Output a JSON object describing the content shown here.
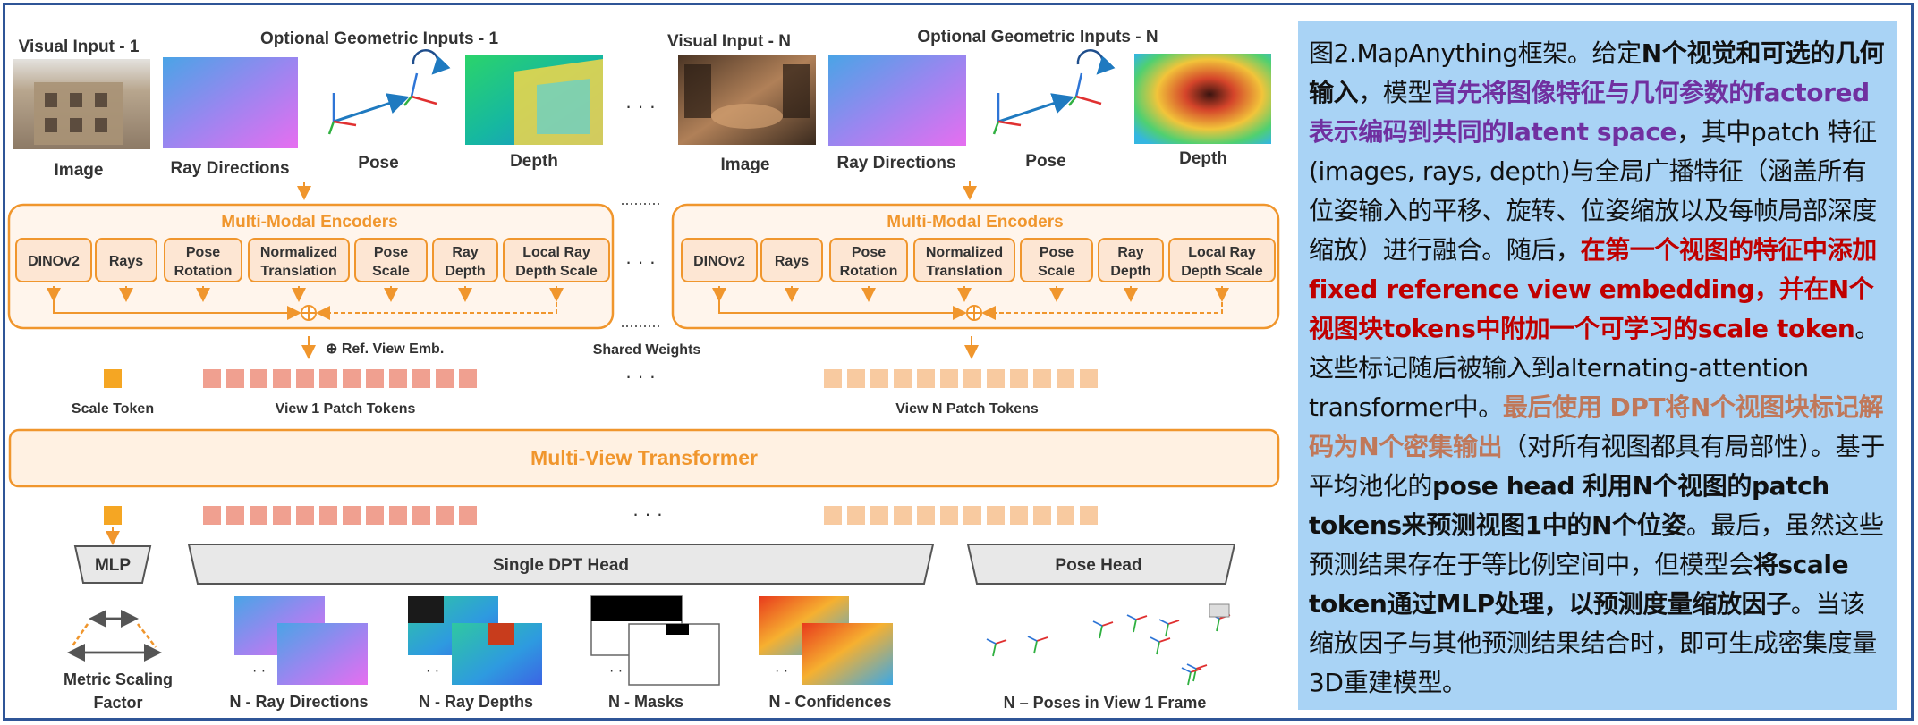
{
  "diagram": {
    "view1": {
      "visual_input_title": "Visual Input - 1",
      "geometric_title": "Optional Geometric Inputs - 1",
      "patch_tokens_label": "View 1 Patch Tokens"
    },
    "viewN": {
      "visual_input_title": "Visual Input - N",
      "geometric_title": "Optional Geometric Inputs - N",
      "patch_tokens_label": "View N Patch Tokens"
    },
    "inputs": {
      "image": "Image",
      "ray_directions": "Ray Directions",
      "pose": "Pose",
      "depth": "Depth"
    },
    "ellipsis": "· · ·",
    "encoder_title": "Multi-Modal Encoders",
    "encoders": [
      [
        "DINOv2"
      ],
      [
        "Rays"
      ],
      [
        "Pose",
        "Rotation"
      ],
      [
        "Normalized",
        "Translation"
      ],
      [
        "Pose",
        "Scale"
      ],
      [
        "Ray",
        "Depth"
      ],
      [
        "Local Ray",
        "Depth Scale"
      ]
    ],
    "ref_view_emb": "⊕  Ref. View Emb.",
    "shared_weights": "Shared Weights",
    "scale_token": "Scale Token",
    "transformer": "Multi-View Transformer",
    "mlp": "MLP",
    "dpt_head": "Single DPT Head",
    "pose_head": "Pose Head",
    "outputs": {
      "metric_scaling": [
        "Metric Scaling",
        "Factor"
      ],
      "ray_directions": "N - Ray Directions",
      "ray_depths": "N - Ray Depths",
      "masks": "N - Masks",
      "confidences": "N - Confidences",
      "poses": "N – Poses in View 1 Frame"
    },
    "colors": {
      "orange": "#f0962d",
      "encoder_fill": "#fde6d3",
      "panel_fill": "#fff5ec",
      "patch_view1": "#f0a090",
      "patch_viewN": "#f8caa0",
      "scale_token": "#f5a623",
      "head_fill": "#e8e8e8",
      "frame": "#2f5597",
      "caption_bg": "#a9d3f5"
    }
  },
  "caption": {
    "segments": [
      {
        "text": "图2.MapAnything框架。给定",
        "style": ""
      },
      {
        "text": "N个视觉和可选的几何输入",
        "style": "b"
      },
      {
        "text": "，模型",
        "style": ""
      },
      {
        "text": "首先将图像特征与几何参数的factored表示编码到共同的latent space",
        "style": "purple"
      },
      {
        "text": "，其中patch 特征(images, rays, depth)与全局广播特征（涵盖所有位姿输入的平移、旋转、位姿缩放以及每帧局部深度缩放）进行融合。随后，",
        "style": ""
      },
      {
        "text": "在第一个视图的特征中添加fixed reference view embedding，并在N个视图块tokens中附加一个可学习的scale token",
        "style": "red"
      },
      {
        "text": "。这些标记随后被输入到alternating-attention transformer中。",
        "style": ""
      },
      {
        "text": "最后使用 DPT将N个视图块标记解码为N个密集输出",
        "style": "orange"
      },
      {
        "text": "（对所有视图都具有局部性）。基于平均池化的",
        "style": ""
      },
      {
        "text": "pose head 利用N个视图的patch tokens来预测视图1中的N个位姿",
        "style": "b"
      },
      {
        "text": "。最后，虽然这些预测结果存在于等比例空间中，但模型会",
        "style": ""
      },
      {
        "text": "将scale token通过MLP处理，以预测度量缩放因子",
        "style": "b"
      },
      {
        "text": "。当该缩放因子与其他预测结果结合时，即可生成密集度量3D重建模型。",
        "style": ""
      }
    ]
  }
}
